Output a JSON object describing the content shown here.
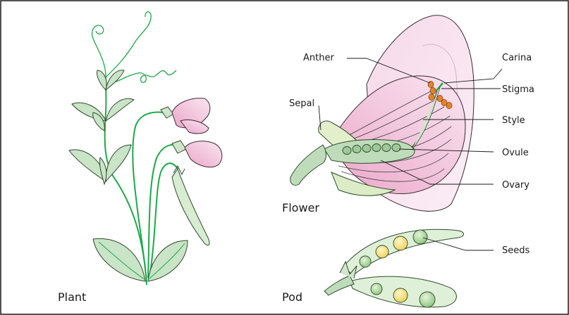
{
  "captions": {
    "plant": "Plant",
    "flower": "Flower",
    "pod": "Pod"
  },
  "flower_labels": {
    "anther": "Anther",
    "carina": "Carina",
    "stigma": "Stigma",
    "sepal": "Sepal",
    "style": "Style",
    "ovule": "Ovule",
    "ovary": "Ovary"
  },
  "pod_labels": {
    "seeds": "Seeds"
  },
  "colors": {
    "leaf_fill": "#c9e4c6",
    "stem_green": "#1da84a",
    "petal_pink": "#f4d3e6",
    "anther_orange": "#e8822a",
    "seed_yellow": "#f6dc7a",
    "seed_green": "#a9d59a"
  }
}
